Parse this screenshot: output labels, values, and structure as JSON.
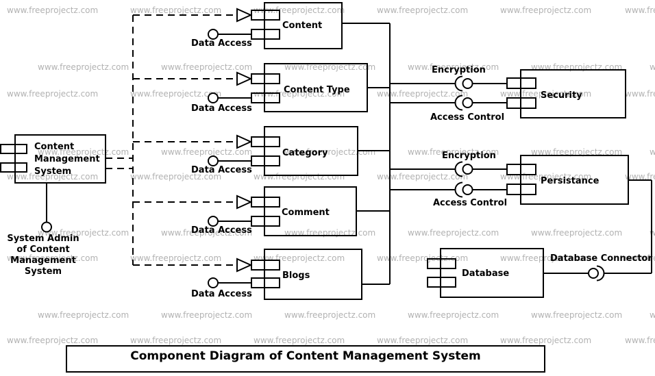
{
  "watermark": {
    "text": "www.freeprojectz.com",
    "color": "#b2b2b2"
  },
  "title": {
    "label": "Component Diagram of Content Management System"
  },
  "main_component": {
    "name": "Content Management System",
    "label_lines": [
      "Content",
      "Management",
      "System"
    ]
  },
  "actor": {
    "name": "System Admin of Content Management System",
    "label_lines": [
      "System Admin",
      "of Content",
      "Management",
      "System"
    ]
  },
  "components": [
    {
      "label": "Content",
      "provided_interface": "Data Access"
    },
    {
      "label": "Content Type",
      "provided_interface": "Data Access"
    },
    {
      "label": "Category",
      "provided_interface": "Data Access"
    },
    {
      "label": "Comment",
      "provided_interface": "Data Access"
    },
    {
      "label": "Blogs",
      "provided_interface": "Data Access"
    }
  ],
  "security_component": {
    "label": "Security",
    "required_interfaces": [
      "Encryption",
      "Access Control"
    ]
  },
  "persistence_component": {
    "label": "Persistance",
    "required_interfaces": [
      "Encryption",
      "Access Control"
    ]
  },
  "database_component": {
    "label": "Database",
    "connector_label": "Database Connector"
  },
  "edges": [
    {
      "from": "Content Management System",
      "to": "Content",
      "type": "dashed-dependency"
    },
    {
      "from": "Content Management System",
      "to": "Content Type",
      "type": "dashed-dependency"
    },
    {
      "from": "Content Management System",
      "to": "Category",
      "type": "dashed-dependency"
    },
    {
      "from": "Content Management System",
      "to": "Comment",
      "type": "dashed-dependency"
    },
    {
      "from": "Content Management System",
      "to": "Blogs",
      "type": "dashed-dependency"
    },
    {
      "from": "System Admin of Content Management System",
      "to": "Content Management System",
      "type": "association"
    },
    {
      "from": "components",
      "to": "Security",
      "via": [
        "Encryption",
        "Access Control"
      ],
      "type": "ball-socket-assembly"
    },
    {
      "from": "components",
      "to": "Persistance",
      "via": [
        "Encryption",
        "Access Control"
      ],
      "type": "ball-socket-assembly"
    },
    {
      "from": "Database",
      "to": "Persistance",
      "via": "Database Connector",
      "type": "ball-socket-assembly"
    }
  ],
  "colors": {
    "line": "#000000",
    "background": "#ffffff",
    "watermark": "#b2b2b2"
  }
}
